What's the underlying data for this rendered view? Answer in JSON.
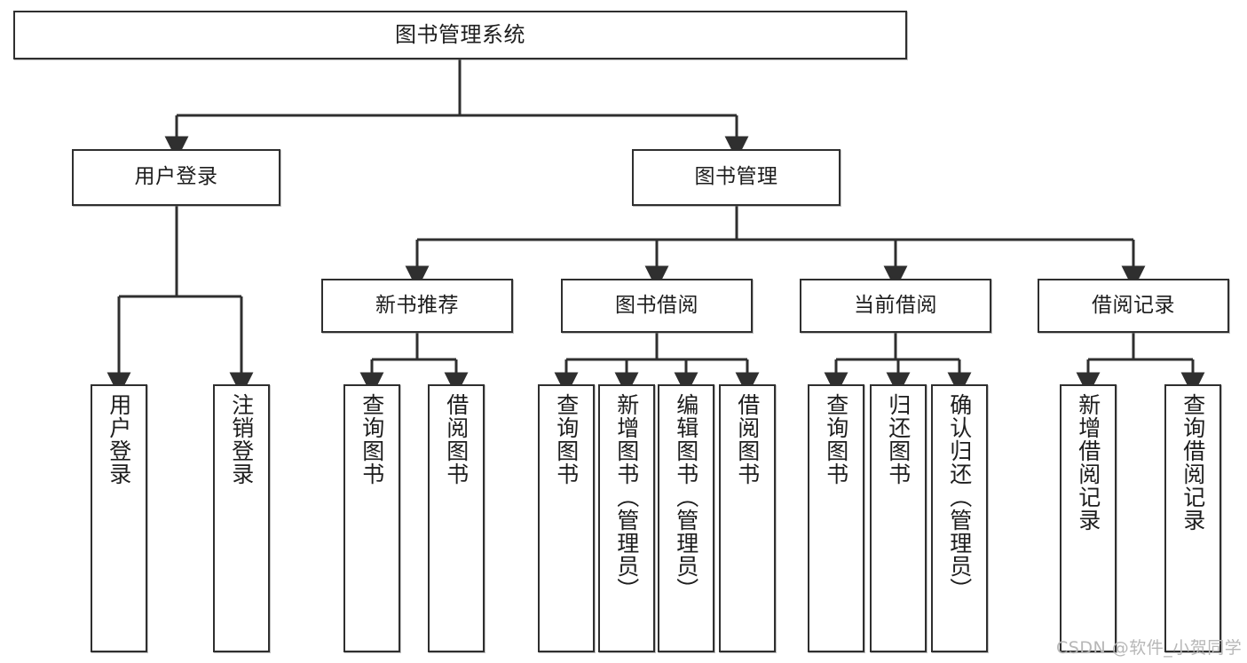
{
  "diagram": {
    "title": "图书管理系统",
    "type": "功能结构图",
    "style": {
      "box_border": "#2f2f2f",
      "box_fill": "#ffffff",
      "line": "#2f2f2f",
      "text": "#1d1d1d",
      "background": "#ffffff",
      "watermark_color": "#b7b7b7"
    },
    "nodes": {
      "root": {
        "label": "图书管理系统"
      },
      "level2": [
        {
          "id": "user-login",
          "label": "用户登录"
        },
        {
          "id": "book-manage",
          "label": "图书管理"
        }
      ],
      "level3": [
        {
          "id": "new-book-recommend",
          "label": "新书推荐"
        },
        {
          "id": "book-borrow",
          "label": "图书借阅"
        },
        {
          "id": "current-borrow",
          "label": "当前借阅"
        },
        {
          "id": "borrow-record",
          "label": "借阅记录"
        }
      ],
      "leaves": {
        "user-login": [
          {
            "id": "leaf-user-login",
            "label": "用户登录"
          },
          {
            "id": "leaf-logout-login",
            "label": "注销登录"
          }
        ],
        "new-book-recommend": [
          {
            "id": "leaf-query-book-1",
            "label": "查询图书"
          },
          {
            "id": "leaf-borrow-book-1",
            "label": "借阅图书"
          }
        ],
        "book-borrow": [
          {
            "id": "leaf-query-book-2",
            "label": "查询图书"
          },
          {
            "id": "leaf-add-book",
            "label": "新增图书（管理员）"
          },
          {
            "id": "leaf-edit-book",
            "label": "编辑图书（管理员）"
          },
          {
            "id": "leaf-borrow-book-2",
            "label": "借阅图书"
          }
        ],
        "current-borrow": [
          {
            "id": "leaf-query-book-3",
            "label": "查询图书"
          },
          {
            "id": "leaf-return-book",
            "label": "归还图书"
          },
          {
            "id": "leaf-confirm-return",
            "label": "确认归还（管理员）"
          }
        ],
        "borrow-record": [
          {
            "id": "leaf-add-record",
            "label": "新增借阅记录"
          },
          {
            "id": "leaf-query-record",
            "label": "查询借阅记录"
          }
        ]
      }
    }
  },
  "watermark": {
    "text": "CSDN @软件_小贺同学"
  }
}
